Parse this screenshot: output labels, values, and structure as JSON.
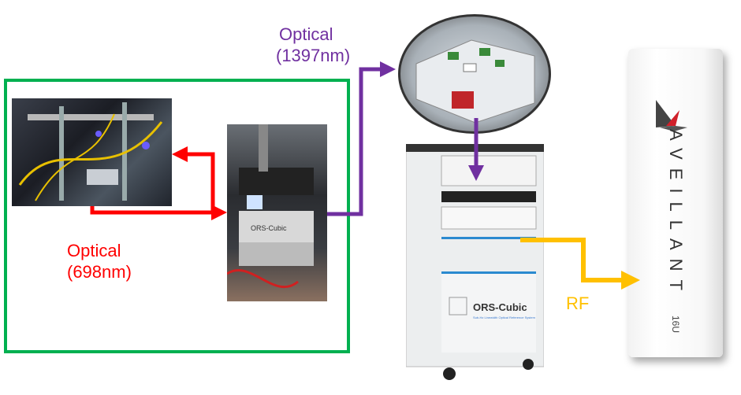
{
  "labels": {
    "optical_698": [
      "Optical",
      "(698nm)"
    ],
    "optical_1397": [
      "Optical",
      "(1397nm)"
    ],
    "rf": "RF"
  },
  "equipment": {
    "cabinet_brand": "ORS-Cubic",
    "cabinet_subtitle": "Sub-Hz Linewidth Optical Reference System",
    "radar_brand": "AVEILLANT",
    "radar_model": "16U",
    "rack_label": "ORS-Cubic"
  },
  "colors": {
    "optical_698": "#ff0000",
    "optical_1397": "#7030a0",
    "rf": "#ffc000",
    "group_box": "#00b050"
  }
}
